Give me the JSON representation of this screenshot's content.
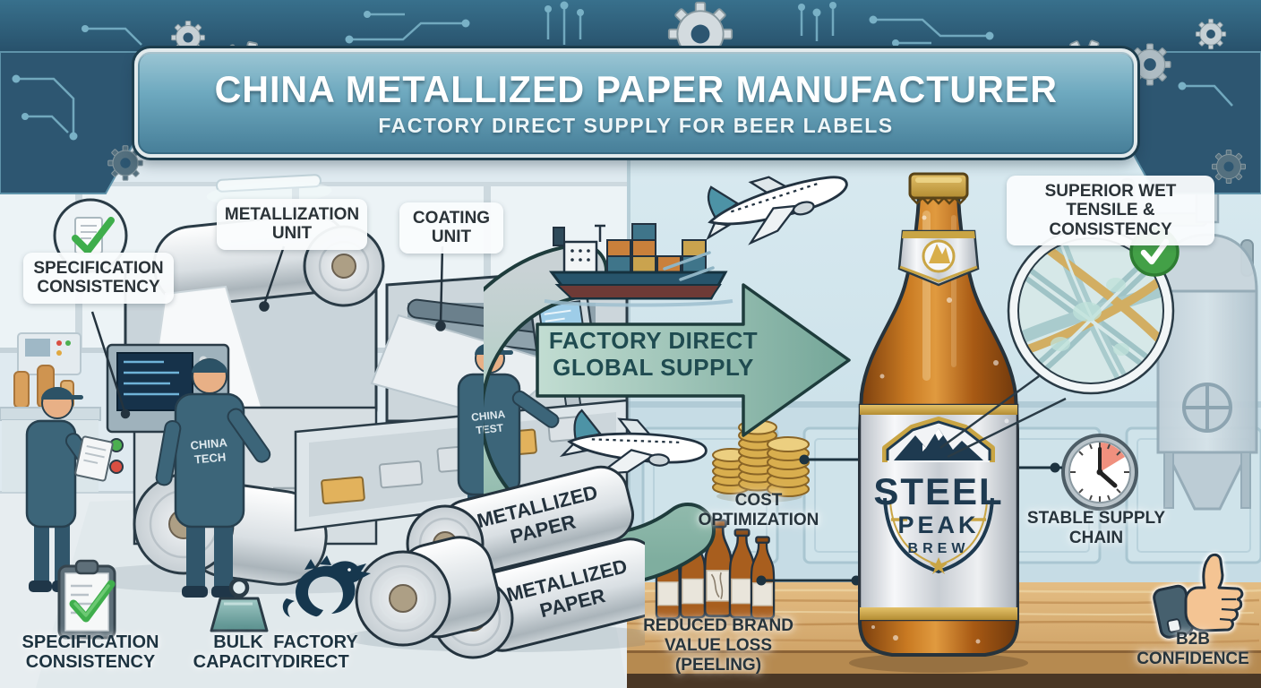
{
  "banner": {
    "title": "CHINA METALLIZED PAPER MANUFACTURER",
    "subtitle": "FACTORY DIRECT SUPPLY FOR BEER LABELS"
  },
  "factory": {
    "spec_callout": "SPECIFICATION CONSISTENCY",
    "metallization_callout": "METALLIZATION UNIT",
    "coating_callout": "COATING UNIT",
    "worker_badges": {
      "tech": [
        "CHINA",
        "TECH"
      ],
      "test": [
        "CHINA",
        "TEST"
      ]
    },
    "roll_labels": [
      [
        "METALLIZED",
        "PAPER"
      ],
      [
        "METALLIZED",
        "PAPER"
      ]
    ],
    "features": [
      {
        "icon": "clipboard-check-icon",
        "label": "SPECIFICATION CONSISTENCY"
      },
      {
        "icon": "weight-icon",
        "label": "BULK CAPACITY"
      },
      {
        "icon": "dragon-icon",
        "label": "FACTORY DIRECT"
      }
    ]
  },
  "logistics": {
    "arrow_label": "FACTORY DIRECT GLOBAL SUPPLY",
    "icons": [
      "cargo-ship-icon",
      "airplane-icon",
      "airplane-icon"
    ]
  },
  "brewery": {
    "tensile_callout": "SUPERIOR WET TENSILE & CONSISTENCY",
    "bottle_brand": {
      "line1": "STEEL",
      "line2": "PEAK",
      "line3": "BREW"
    },
    "benefits": [
      {
        "icon": "coin-stacks-icon",
        "label": "COST OPTIMIZATION"
      },
      {
        "icon": "beer-bottles-icon",
        "label": "REDUCED BRAND VALUE LOSS (PEELING)"
      },
      {
        "icon": "clock-icon",
        "label": "STABLE SUPPLY CHAIN"
      },
      {
        "icon": "thumbs-up-icon",
        "label": "B2B CONFIDENCE"
      }
    ]
  },
  "colors": {
    "band_blue": "#2d5671",
    "circuit_teal": "#79b1c6",
    "banner_blue": "#467e98",
    "arrow_teal": "#8fbcb0",
    "gold": "#c9a544",
    "navy": "#1e3a50",
    "amber": "#b05f16",
    "check_green": "#43a047",
    "wood": "#c89b5f"
  }
}
